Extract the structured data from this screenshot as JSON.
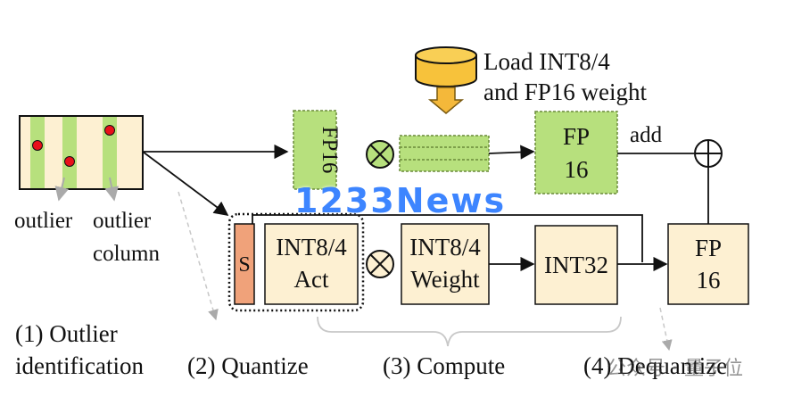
{
  "load_label": [
    "Load INT8/4",
    "and FP16 weight"
  ],
  "outlier_label": "outlier",
  "outlier_column_label": [
    "outlier",
    "column"
  ],
  "fp16_vertical": "FP16",
  "fp16_top": [
    "FP",
    "16"
  ],
  "fp16_right": [
    "FP",
    "16"
  ],
  "add_label": "add",
  "scale_label": "S",
  "act_box": [
    "INT8/4",
    "Act"
  ],
  "weight_box": [
    "INT8/4",
    "Weight"
  ],
  "int32_box": "INT32",
  "steps": {
    "step1": [
      "(1) Outlier",
      "identification"
    ],
    "step2": "(2) Quantize",
    "step3": "(3) Compute",
    "step4": "(4) Dequantize"
  },
  "watermark": "1233News",
  "wechat_watermark": "公众号 · 量子位",
  "colors": {
    "cream": "#fdf0d2",
    "green": "#b7e07d",
    "green_stripe": "#9cc95c",
    "salmon": "#f0a27a",
    "outlier_red": "#e8101a",
    "db_gold": "#f7c23b",
    "arrow_gold": "#f4b83a"
  }
}
